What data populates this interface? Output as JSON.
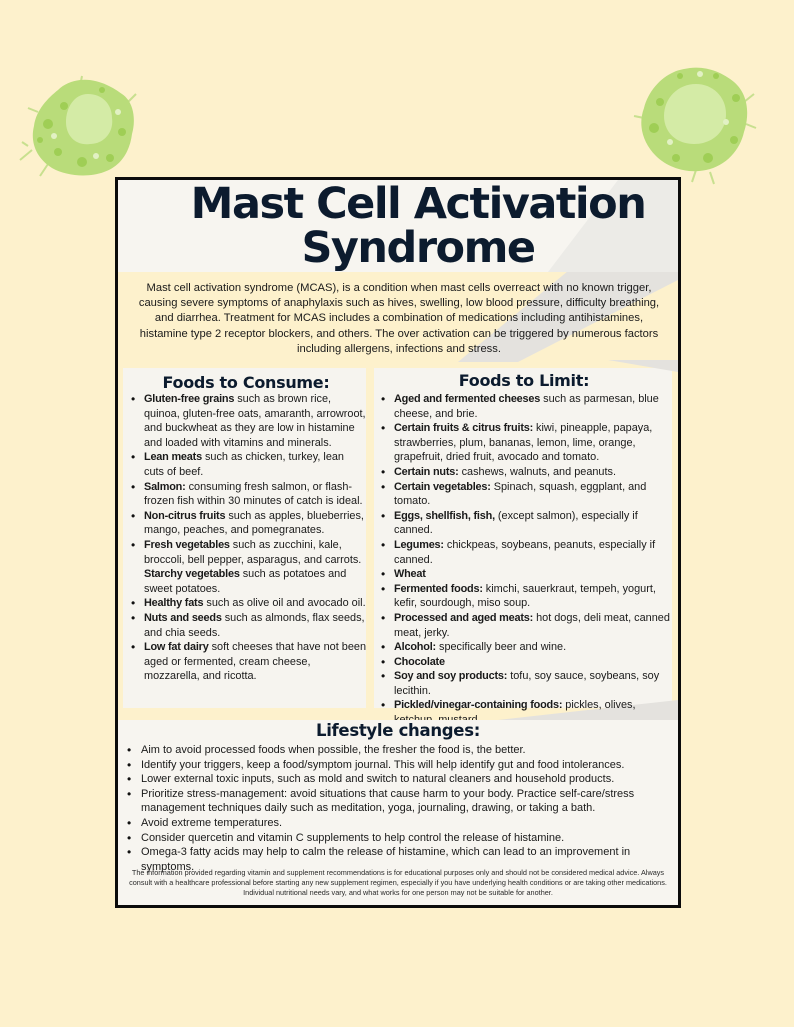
{
  "title": "Mast Cell Activation Syndrome",
  "intro": "Mast cell activation syndrome (MCAS), is a condition when mast cells overreact with no known trigger, causing severe symptoms of anaphylaxis such as hives, swelling,  low blood pressure, difficulty breathing, and diarrhea. Treatment for MCAS includes a combination of medications including antihistamines, histamine type 2 receptor blockers, and others. The over activation can be triggered by numerous factors including allergens, infections and stress.",
  "consume": {
    "heading": "Foods to Consume:",
    "items": [
      {
        "bold": "Gluten-free grains",
        "text": " such as brown rice, quinoa, gluten-free oats, amaranth, arrowroot, and buckwheat as they are low in histamine and loaded with vitamins and minerals."
      },
      {
        "bold": "Lean meats",
        "text": " such as chicken, turkey, lean cuts of beef."
      },
      {
        "bold": "Salmon:",
        "text": " consuming fresh salmon, or flash-frozen fish within 30 minutes of catch is ideal."
      },
      {
        "bold": "Non-citrus fruits",
        "text": " such as apples, blueberries, mango, peaches, and pomegranates."
      },
      {
        "bold": "Fresh vegetables",
        "text": " such as zucchini, kale, broccoli, bell pepper, asparagus, and carrots.",
        "bold2": "Starchy vegetables",
        "text2": " such as potatoes and sweet potatoes."
      },
      {
        "bold": "Healthy fats",
        "text": " such as olive oil and avocado oil."
      },
      {
        "bold": "Nuts and seeds",
        "text": " such as almonds, flax seeds, and chia seeds."
      },
      {
        "bold": "Low fat dairy",
        "text": " soft cheeses that have not been aged or fermented, cream cheese, mozzarella, and ricotta."
      }
    ]
  },
  "limit": {
    "heading": "Foods to Limit:",
    "items": [
      {
        "bold": "Aged and fermented cheeses",
        "text": " such as parmesan, blue cheese, and brie."
      },
      {
        "bold": "Certain fruits & citrus fruits:",
        "text": " kiwi, pineapple, papaya, strawberries, plum, bananas, lemon, lime, orange, grapefruit, dried fruit, avocado and tomato."
      },
      {
        "bold": "Certain nuts:",
        "text": " cashews, walnuts, and peanuts."
      },
      {
        "bold": "Certain vegetables:",
        "text": " Spinach, squash, eggplant, and tomato."
      },
      {
        "bold": "Eggs, shellfish, fish,",
        "text": " (except salmon), especially if canned."
      },
      {
        "bold": "Legumes:",
        "text": " chickpeas, soybeans, peanuts, especially if canned."
      },
      {
        "bold": "Wheat",
        "text": ""
      },
      {
        "bold": "Fermented foods:",
        "text": " kimchi, sauerkraut, tempeh, yogurt, kefir, sourdough, miso soup."
      },
      {
        "bold": "Processed and aged meats:",
        "text": " hot dogs, deli meat, canned meat, jerky."
      },
      {
        "bold": "Alcohol:",
        "text": " specifically beer and wine."
      },
      {
        "bold": "Chocolate",
        "text": ""
      },
      {
        "bold": "Soy and soy products:",
        "text": " tofu, soy sauce, soybeans, soy lecithin."
      },
      {
        "bold": "Pickled/vinegar-containing foods:",
        "text": " pickles, olives, ketchup, mustard."
      }
    ]
  },
  "lifestyle": {
    "heading": "Lifestyle changes:",
    "items": [
      "Aim to avoid processed foods when possible, the fresher the food is, the better.",
      "Identify your triggers, keep a food/symptom journal. This will help identify gut and food intolerances.",
      "Lower external toxic inputs, such as mold and switch to natural cleaners and household products.",
      "Prioritize stress-management:  avoid situations that cause harm to your body. Practice self-care/stress management techniques daily such as meditation, yoga, journaling, drawing, or taking a bath.",
      " Avoid extreme temperatures.",
      "Consider quercetin and vitamin C supplements to help control the release of histamine.",
      "Omega-3 fatty acids may help to calm the release of histamine, which can lead to an improvement in symptoms."
    ]
  },
  "disclaimer": "The information provided regarding vitamin and supplement recommendations is for educational purposes only and should not be considered medical advice. Always consult with a healthcare professional before starting any new supplement regimen, especially if you have underlying health conditions or are taking other medications. Individual nutritional needs vary, and what works for one person may not be suitable for another.",
  "colors": {
    "background": "#fdf1cc",
    "cell_green": "#b9dc7a",
    "title_navy": "#0c1b2e"
  },
  "icons": [
    "mast-cell-illustration-left",
    "mast-cell-illustration-right"
  ]
}
